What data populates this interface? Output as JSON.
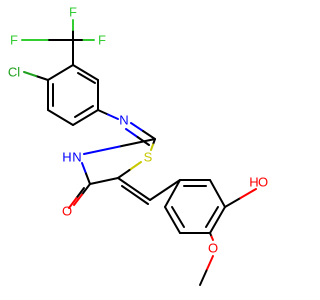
{
  "colors": {
    "carbon": "#000000",
    "fluorine": "#33cc33",
    "chlorine": "#1fa01f",
    "nitrogen": "#0000ff",
    "sulfur": "#c8c800",
    "oxygen": "#ff0000"
  },
  "atoms": {
    "f_left": "F",
    "f_top": "F",
    "f_right": "F",
    "cl": "Cl",
    "n_imine": "N",
    "n_amide": "N",
    "h_amide": "H",
    "s": "S",
    "o_carbonyl": "O",
    "o_hydroxyl": "O",
    "h_hydroxyl": "H",
    "o_methoxy": "O"
  }
}
